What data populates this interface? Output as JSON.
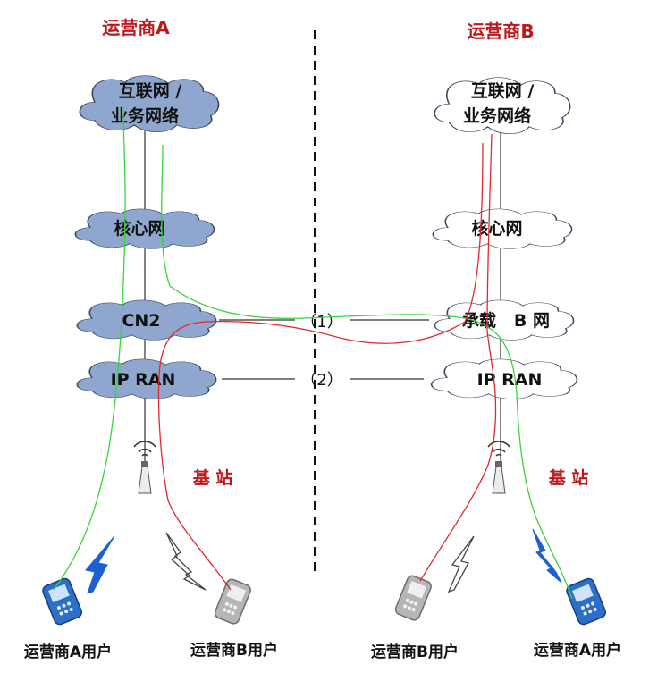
{
  "colors": {
    "accent_red": "#C0171B",
    "cloud_fill_a": "#8FA6CE",
    "cloud_fill_b": "#FFFFFF",
    "cloud_stroke": "#3C4A60",
    "path_green": "#39D43A",
    "path_red": "#E0282E",
    "wire": "#333333",
    "phone_a_blue": "#2B6FC9",
    "phone_b_gray": "#B6B6B6"
  },
  "operators": {
    "a_title": "运营商A",
    "b_title": "运营商B"
  },
  "networks": {
    "a": {
      "internet_line1": "互联网 /",
      "internet_line2": "业务网络",
      "core": "核心网",
      "cn2": "CN2",
      "ipran": "IP RAN"
    },
    "b": {
      "internet_line1": "互联网 /",
      "internet_line2": "业务网络",
      "core": "核心网",
      "bearer": "承载   B 网",
      "ipran": "IP RAN"
    }
  },
  "interconnect": {
    "link1": "（1）",
    "link2": "（2）"
  },
  "base_station": {
    "a": "基 站",
    "b": "基 站"
  },
  "icons": {
    "antenna": "base-station-antenna-icon",
    "signal": "lightning-signal-icon",
    "phone": "mobile-phone-icon"
  },
  "users": {
    "left_a": "运营商A用户",
    "left_b": "运营商B用户",
    "right_b": "运营商B用户",
    "right_a": "运营商A用户"
  }
}
